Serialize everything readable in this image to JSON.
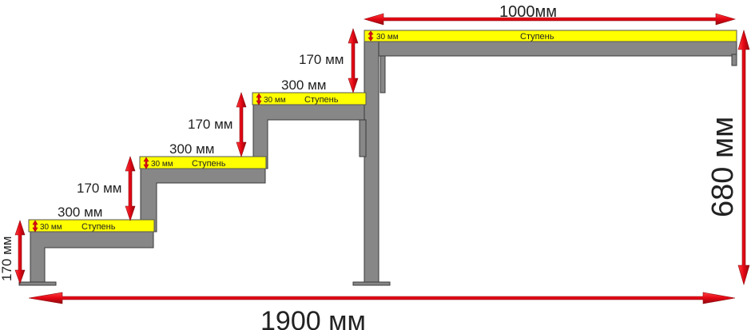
{
  "dimensions": {
    "total_length": "1900 мм",
    "total_height": "680 мм",
    "platform_length": "1000мм",
    "step_rise": "170 мм",
    "step_depth": "300 мм",
    "tread_thickness": "30 мм"
  },
  "tread_label": "Ступень",
  "colors": {
    "frame": "#878787",
    "frame_stroke": "#3a3a3a",
    "tread": "#ffff00",
    "arrow": "#e30613",
    "arrow_dark": "#9e0a10",
    "text": "#222222"
  }
}
